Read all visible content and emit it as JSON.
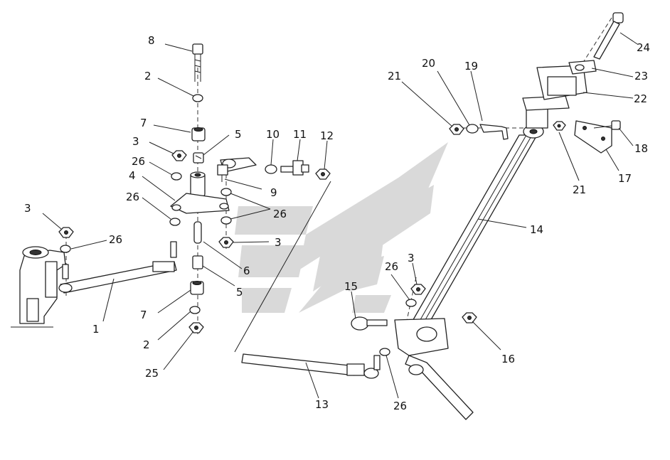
{
  "labels": {
    "p1": "1",
    "p2a": "2",
    "p2b": "2",
    "p3a": "3",
    "p3b": "3",
    "p3c": "3",
    "p3d": "3",
    "p4": "4",
    "p5a": "5",
    "p5b": "5",
    "p6": "6",
    "p7a": "7",
    "p7b": "7",
    "p8": "8",
    "p9": "9",
    "p10": "10",
    "p11": "11",
    "p12": "12",
    "p13": "13",
    "p14": "14",
    "p15": "15",
    "p16": "16",
    "p17": "17",
    "p18": "18",
    "p19": "19",
    "p20": "20",
    "p21a": "21",
    "p21b": "21",
    "p22": "22",
    "p23": "23",
    "p24": "24",
    "p25": "25",
    "p26a": "26",
    "p26b": "26",
    "p26c": "26",
    "p26d": "26",
    "p26e": "26",
    "p26f": "26"
  },
  "colors": {
    "watermark": "#d9d9d9",
    "ink": "#222222"
  }
}
